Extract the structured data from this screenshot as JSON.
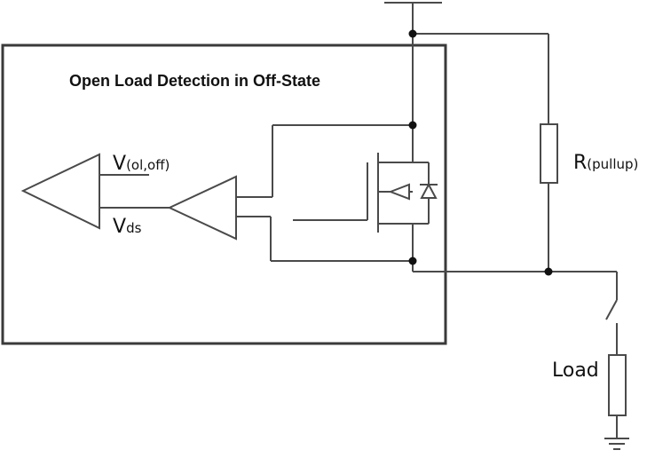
{
  "diagram": {
    "title": "Open Load Detection in Off-State",
    "labels": {
      "v_ol_off_main": "V",
      "v_ol_off_sub": "(ol,off)",
      "vds_main": "V",
      "vds_sub": "ds",
      "r_pullup_main": "R",
      "r_pullup_sub": "(pullup)",
      "load": "Load"
    }
  }
}
